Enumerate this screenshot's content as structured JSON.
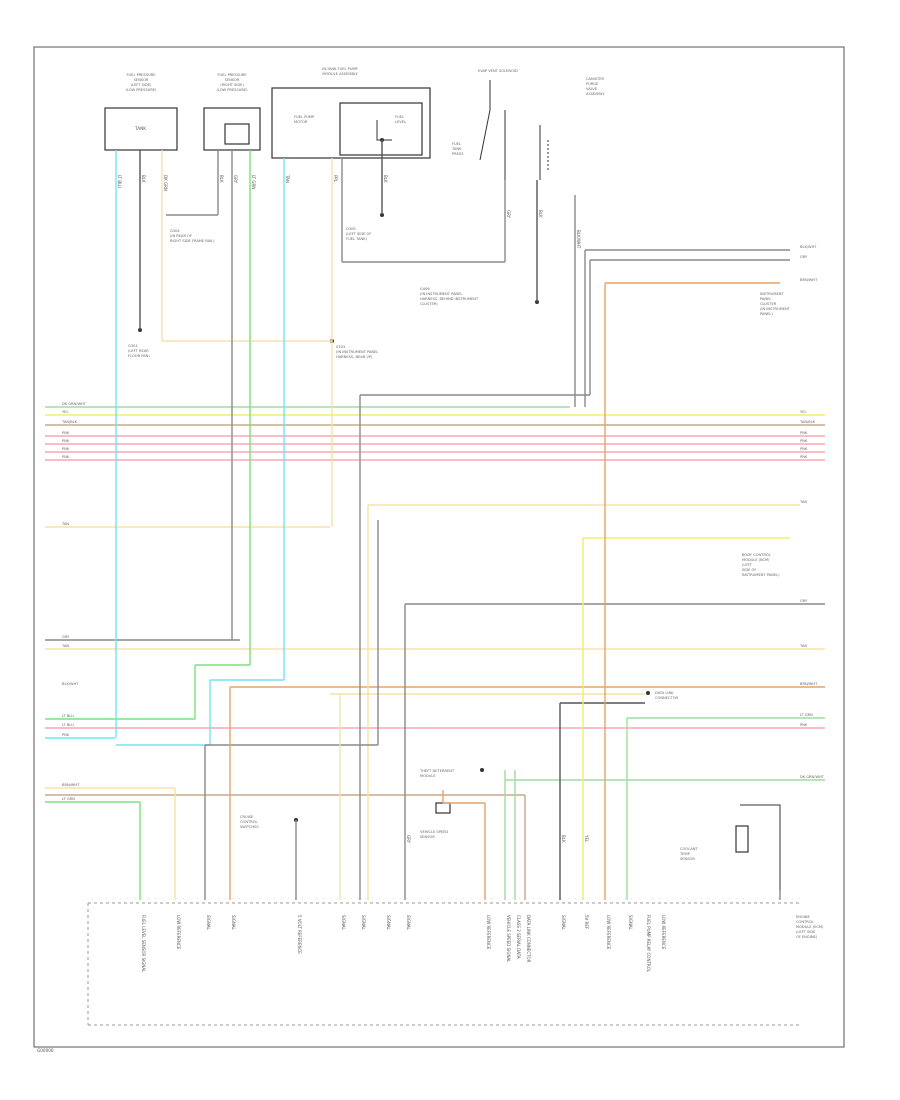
{
  "page_code": "G00000",
  "components": {
    "sensor_left": {
      "title_lines": [
        "FUEL PRESSURE",
        "SENSOR",
        "(LEFT SIDE)",
        "(LOW PRESSURE)"
      ],
      "inner": "TANK"
    },
    "sensor_mid": {
      "title_lines": [
        "FUEL PRESSURE",
        "SENSOR",
        "(RIGHT SIDE)",
        "(LOW PRESSURE)"
      ]
    },
    "fuel_tank_unit": {
      "title_lines": [
        "IN-TANK FUEL PUMP",
        "MODULE ASSEMBLY"
      ],
      "pump": [
        "FUEL PUMP",
        "MOTOR"
      ],
      "sender": [
        "FUEL",
        "LEVEL"
      ]
    },
    "purge_switch": {
      "title": "EVAP VENT SOLENOID",
      "side": [
        "FUEL",
        "TANK",
        "PRESS"
      ]
    },
    "canister": {
      "title_lines": [
        "CANISTER",
        "PURGE",
        "VALVE",
        "ASSEMBLY"
      ]
    },
    "ground_notes": [
      {
        "lines": [
          "G301",
          "(LEFT REAR",
          "FLOOR PAN)"
        ]
      },
      {
        "lines": [
          "G304",
          "(IN REAR OF",
          "RIGHT SIDE FRAME RAIL)"
        ]
      },
      {
        "lines": [
          "S303",
          "(IN INSTRUMENT PANEL",
          "HARNESS, NEAR I/P)"
        ]
      },
      {
        "lines": [
          "G305",
          "(LEFT SIDE OF",
          "FUEL TANK)"
        ]
      },
      {
        "lines": [
          "G406",
          "(IN INSTRUMENT PANEL",
          "HARNESS, BEHIND INSTRUMENT",
          "CLUSTER)"
        ]
      }
    ],
    "right_notes": [
      {
        "lines": [
          "INSTRUMENT",
          "PANEL",
          "CLUSTER",
          "(IN INSTRUMENT",
          "PANEL)"
        ]
      },
      {
        "lines": [
          "BODY CONTROL",
          "MODULE (BCM)",
          "(LEFT",
          "SIDE OF",
          "INSTRUMENT PANEL)"
        ]
      },
      {
        "lines": [
          "ENGINE",
          "CONTROL",
          "MODULE (ECM)",
          "(LEFT SIDE",
          "OF ENGINE)"
        ]
      }
    ],
    "data_link": {
      "lines": [
        "DATA LINK",
        "CONNECTOR"
      ]
    },
    "theft_module": {
      "lines": [
        "THEFT DETERRENT",
        "MODULE"
      ]
    },
    "cruise": {
      "lines": [
        "CRUISE",
        "CONTROL",
        "SWITCHES"
      ]
    },
    "vehicle_speed": {
      "lines": [
        "VEHICLE SPEED",
        "SENSOR"
      ]
    },
    "coolant": {
      "lines": [
        "COOLANT",
        "TEMP",
        "SENSOR"
      ]
    },
    "ecm_note": {
      "lines": [
        "ENGINE",
        "CONTROL",
        "MODULE",
        "(ECM)",
        "(LEFT SIDE",
        "OF ENGINE)"
      ]
    }
  },
  "wire_labels": {
    "left": [
      "DK GRN/WHT",
      "YEL",
      "TAN/BLK",
      "PNK",
      "PNK",
      "PNK",
      "PNK",
      "TAN",
      "GRY",
      "TAN",
      "BLK/WHT",
      "LT BLU",
      "LT BLU",
      "PNK",
      "BRN/WHT",
      "LT GRN"
    ],
    "right": [
      "YEL",
      "TAN/BLK",
      "PNK",
      "PNK",
      "PNK",
      "PNK",
      "TAN",
      "GRY",
      "TAN",
      "BRN/WHT",
      "LT GRN",
      "PNK",
      "DK GRN/WHT",
      "BLK/WHT",
      "GRY",
      "BRN/WHT"
    ],
    "vertical": [
      "LT BLU",
      "BLK",
      "DK GRN",
      "BLK",
      "GRY",
      "LT GRN",
      "TAN",
      "PPL",
      "BLK",
      "GRY",
      "BLK",
      "BLK/WHT",
      "BLK",
      "YEL",
      "GRY"
    ]
  },
  "pin_labels": [
    "FUEL LEVEL SENSOR SIGNAL",
    "LOW REFERENCE",
    "SIGNAL",
    "SIGNAL",
    "5 VOLT REFERENCE",
    "SIGNAL",
    "SIGNAL",
    "SIGNAL",
    "SIGNAL",
    "LOW REFERENCE",
    "VEHICLE SPEED SIGNAL",
    "CLASS 2 SERIAL DATA",
    "DATA LINK CONNECTOR",
    "SIGNAL",
    "5V REF",
    "LOW REFERENCE",
    "SIGNAL",
    "FUEL PUMP RELAY CONTROL",
    "LOW REFERENCE"
  ],
  "colors": {
    "gray": "#8a8a8a",
    "yellow": "#f2ee6a",
    "pale_yellow": "#f5e2a8",
    "pink": "#f7a7b4",
    "orange": "#e6a46a",
    "green": "#7be07b",
    "cyan": "#6fe7ef",
    "tan": "#c8a98b"
  }
}
